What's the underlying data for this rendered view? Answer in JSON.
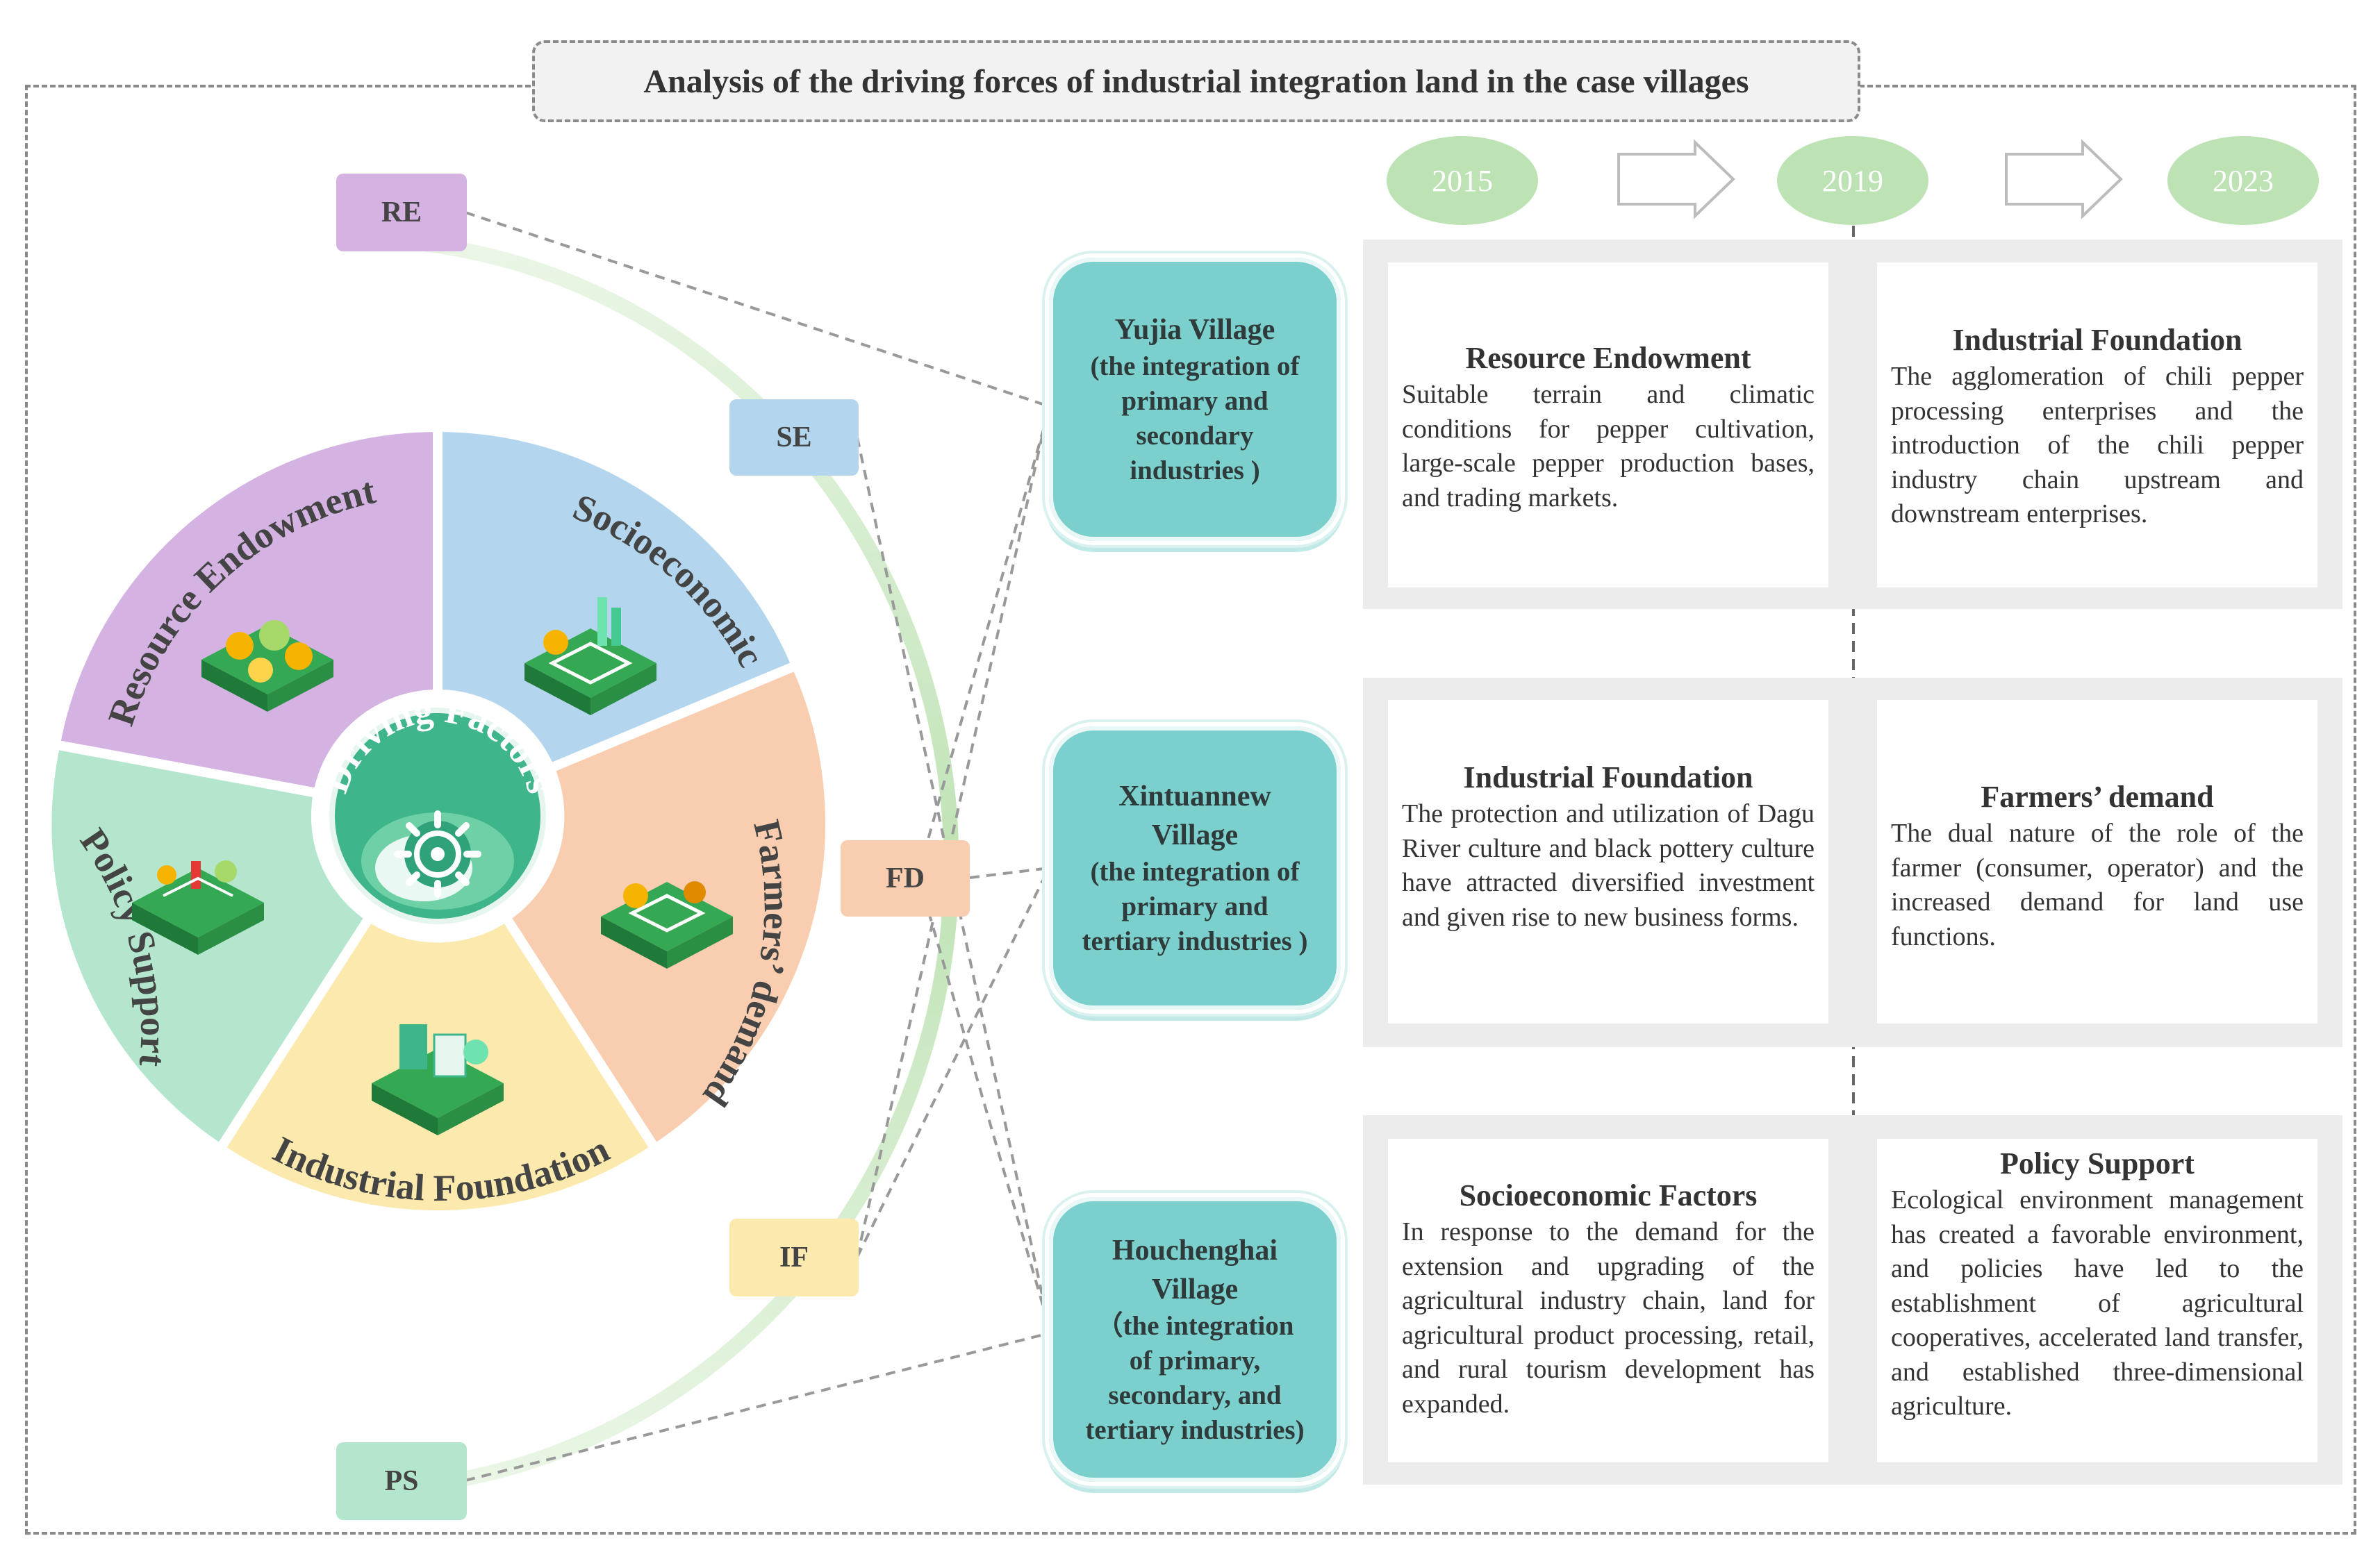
{
  "title": "Analysis of the driving forces of industrial integration land in the case villages",
  "tags": {
    "re": "RE",
    "se": "SE",
    "fd": "FD",
    "if": "IF",
    "ps": "PS"
  },
  "center": {
    "label": "Driving Factors"
  },
  "segments": {
    "resource": "Resource Endowment",
    "socio": "Socioeconomic",
    "farmers": "Farmers’ demand",
    "industrial": "Industrial Foundation",
    "policy": "Policy Support"
  },
  "years": [
    "2015",
    "2019",
    "2023"
  ],
  "villages": [
    {
      "name": "Yujia Village",
      "desc": [
        "(the integration of",
        "primary and",
        "secondary",
        "industries )"
      ]
    },
    {
      "name": "Xintuannew Village",
      "desc": [
        "(the integration of",
        "primary and",
        "tertiary industries )"
      ]
    },
    {
      "name": "Houchenghai Village",
      "desc": [
        "（the integration",
        "of primary,",
        "secondary, and",
        "tertiary industries)"
      ]
    }
  ],
  "cards": {
    "yujia_left": {
      "heading": "Resource Endowment",
      "body": "Suitable terrain and climatic conditions for pepper cultivation, large-scale pepper production bases, and trading markets."
    },
    "yujia_right": {
      "heading": "Industrial Foundation",
      "body": "The agglomeration of chili pepper processing enterprises and the introduction of the chili pepper industry chain upstream and downstream enterprises."
    },
    "xintuan_left": {
      "heading": "Industrial Foundation",
      "body": "The protection and utilization of Dagu River culture and black pottery culture have attracted diversified investment and given rise to new business forms."
    },
    "xintuan_right": {
      "heading": "Farmers’ demand",
      "body": "The dual nature of the role of the farmer (consumer, operator) and the increased demand for land use functions."
    },
    "houcheng_left": {
      "heading": "Socioeconomic Factors",
      "body": "In response to the demand for the extension and upgrading of the agricultural industry chain, land for agricultural product processing, retail, and rural tourism development has expanded."
    },
    "houcheng_right": {
      "heading": "Policy Support",
      "body": "Ecological environment management has created a favorable environment, and policies have led to the establishment of agricultural cooperatives, accelerated land transfer, and established three-dimensional agriculture."
    }
  },
  "colors": {
    "resource": "#d4b3e3",
    "socio": "#b3d6ee",
    "farmers": "#f9cdb0",
    "industrial": "#fbe9ad",
    "policy": "#b4e6cd",
    "center": "#3fb58c",
    "village": "#7bcfcc",
    "year": "#bde3b5"
  }
}
